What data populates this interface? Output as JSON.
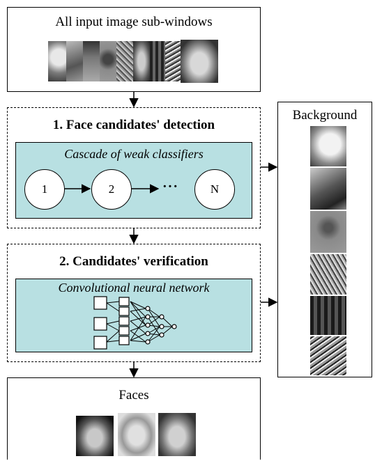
{
  "input_box": {
    "title": "All input image sub-windows"
  },
  "stage1": {
    "title": "1. Face candidates' detection",
    "cascade": {
      "title": "Cascade of weak classifiers",
      "nodes": [
        "1",
        "2",
        "N"
      ],
      "ellipsis": "···"
    }
  },
  "stage2": {
    "title": "2. Candidates' verification",
    "network": {
      "title": "Convolutional neural network"
    }
  },
  "background_box": {
    "title": "Background"
  },
  "faces_box": {
    "title": "Faces"
  },
  "colors": {
    "classifier_fill": "#b8e0e2",
    "stroke": "#000000"
  }
}
